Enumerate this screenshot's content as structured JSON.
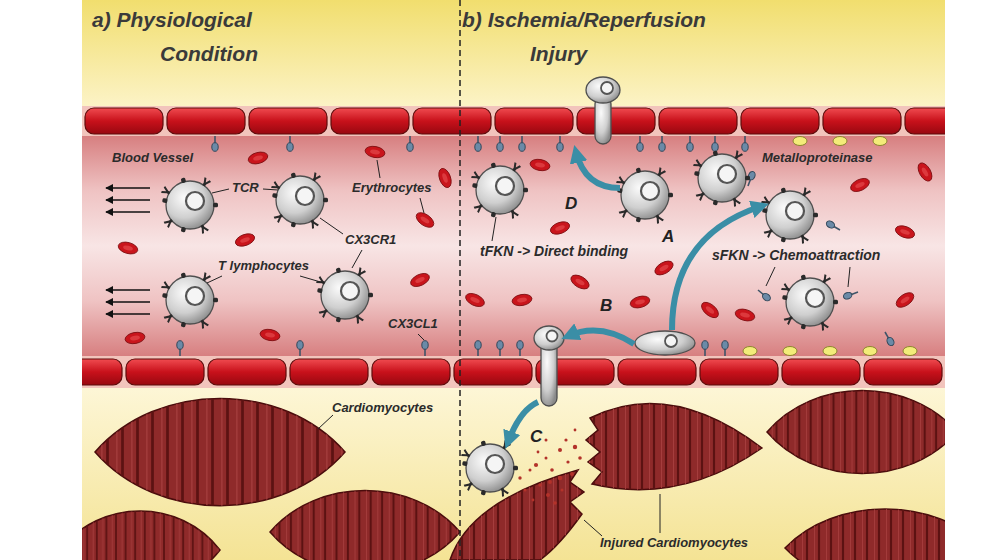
{
  "diagram": {
    "labels": [
      "a) Physiological Condition",
      "b) Ischemia/Reperfusion Injury",
      "Blood Vessel",
      "Metalloproteinase",
      "TCR",
      "Erythrocytes",
      "D",
      "A",
      "CX3CR1",
      "tFKN -> Direct binding",
      "sFKN -> Chemoattraction",
      "T lymphocytes",
      "B",
      "CX3CL1",
      "Cardiomyocytes",
      "C",
      "Injured Cardiomyocytes"
    ]
  }
}
